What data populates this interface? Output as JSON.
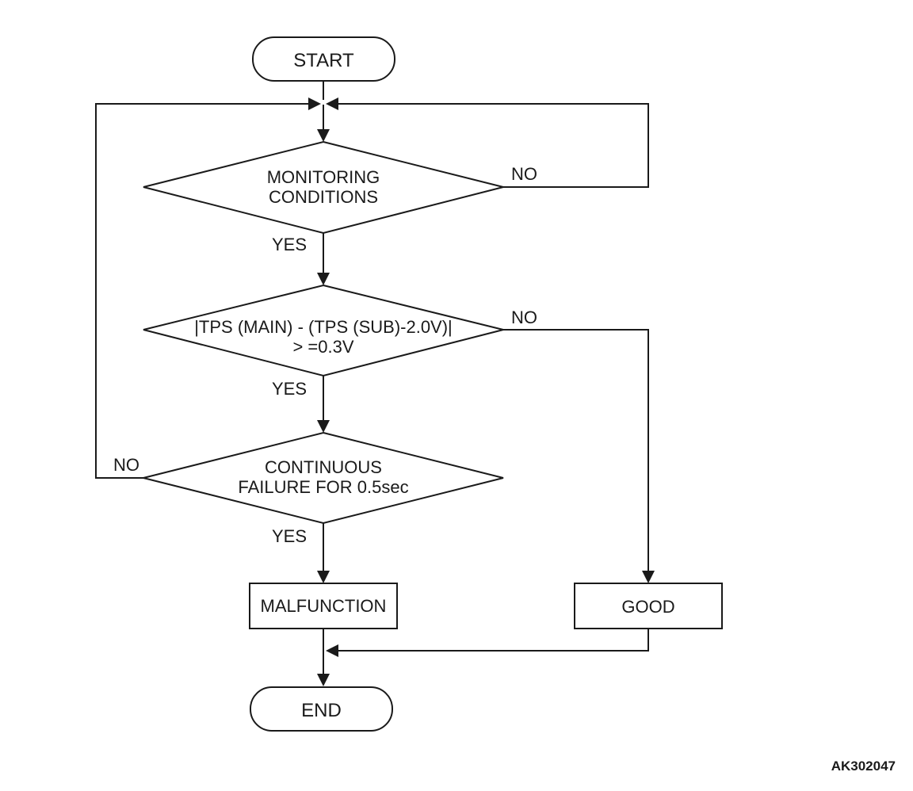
{
  "nodes": {
    "start": "START",
    "monitoring": [
      "MONITORING",
      "CONDITIONS"
    ],
    "tps_check": [
      "|TPS (MAIN) - (TPS (SUB)-2.0V)|",
      "> =0.3V"
    ],
    "continuous": [
      "CONTINUOUS",
      "FAILURE FOR 0.5sec"
    ],
    "malfunction": "MALFUNCTION",
    "good": "GOOD",
    "end": "END"
  },
  "edges": {
    "monitoring_no": "NO",
    "monitoring_yes": "YES",
    "tps_no": "NO",
    "tps_yes": "YES",
    "continuous_no": "NO",
    "continuous_yes": "YES"
  },
  "figure_code": "AK302047",
  "colors": {
    "line": "#1a1a1a",
    "background": "#ffffff"
  }
}
